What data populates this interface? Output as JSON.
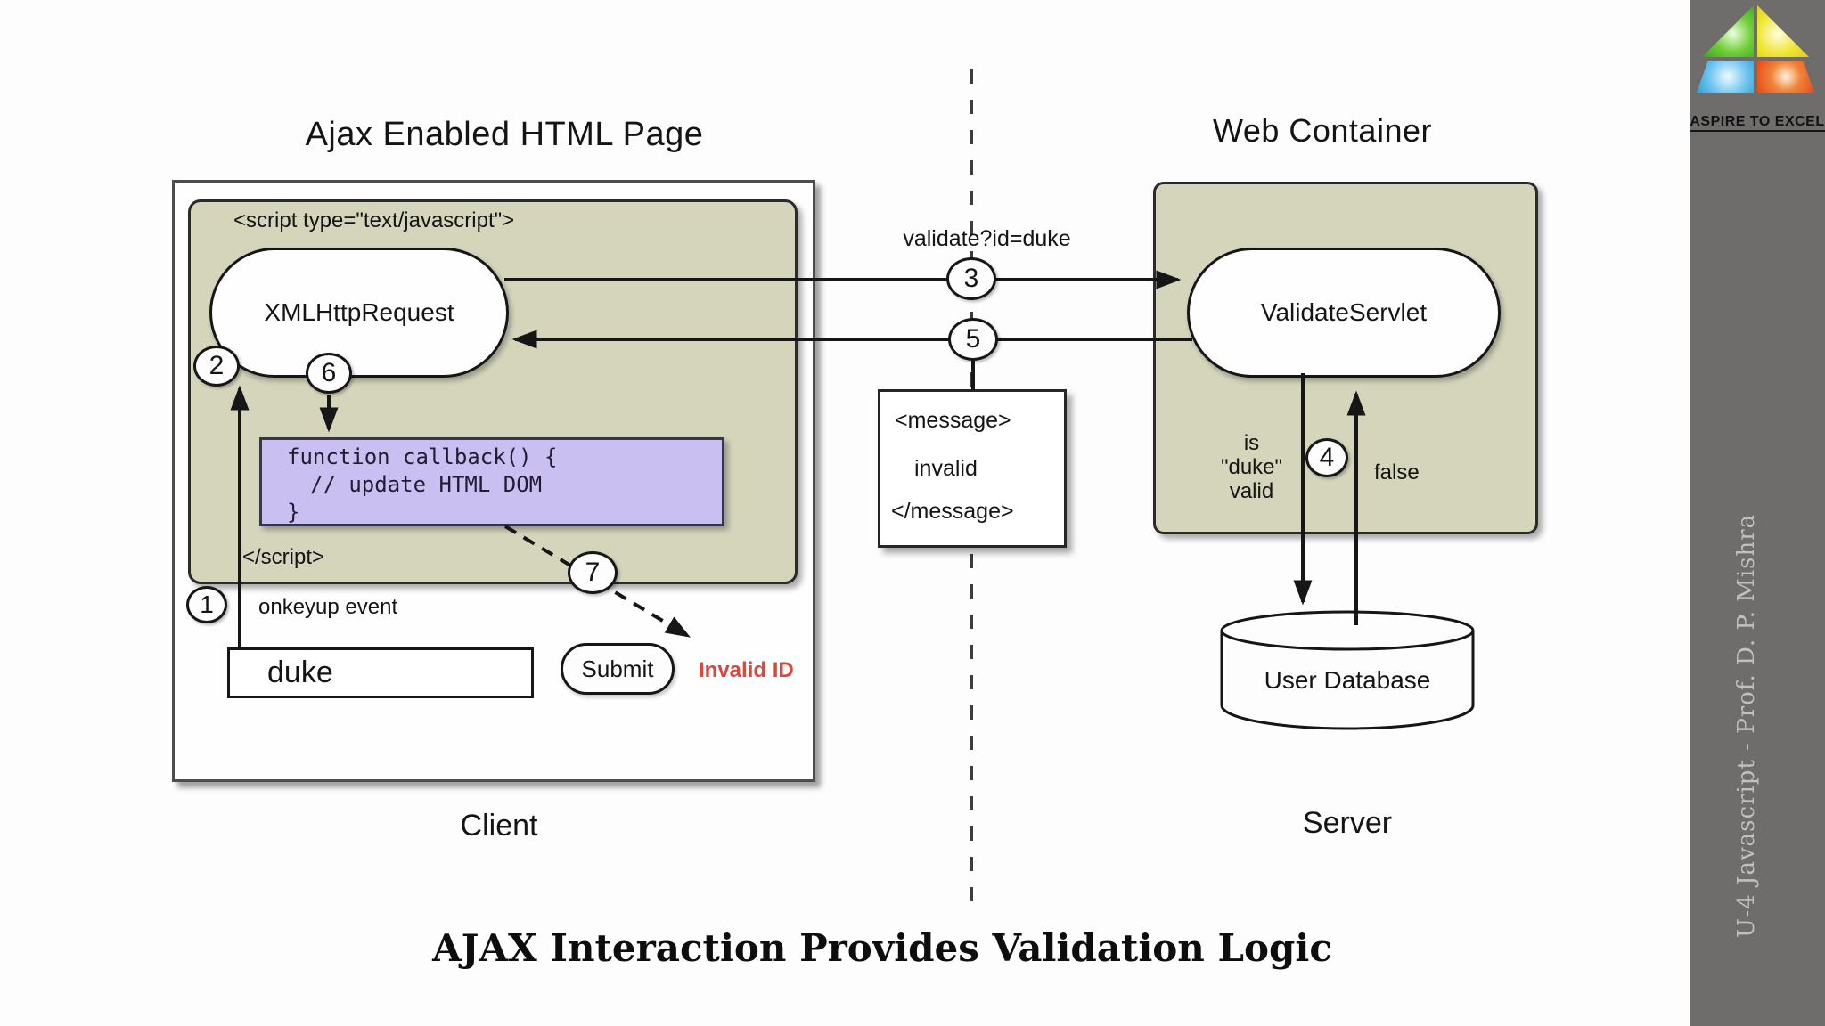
{
  "titles": {
    "client_page": "Ajax Enabled HTML Page",
    "web_container": "Web Container"
  },
  "client": {
    "script_open": "<script type=\"text/javascript\">",
    "xhr": "XMLHttpRequest",
    "callback": {
      "line1": "function callback() {",
      "line2": "// update HTML DOM",
      "line3": "}"
    },
    "script_close": "</script>",
    "onkeyup": "onkeyup event",
    "input_value": "duke",
    "submit": "Submit",
    "invalid": "Invalid ID",
    "caption": "Client"
  },
  "middle": {
    "request": "validate?id=duke",
    "message_open": "<message>",
    "message_value": "invalid",
    "message_close": "</message>"
  },
  "server": {
    "servlet": "ValidateServlet",
    "check_line1": "is",
    "check_line2": "\"duke\"",
    "check_line3": "valid",
    "false_label": "false",
    "database": "User Database",
    "caption": "Server"
  },
  "steps": [
    "1",
    "2",
    "3",
    "4",
    "5",
    "6",
    "7"
  ],
  "footer": {
    "caption": "AJAX Interaction Provides Validation Logic"
  },
  "sidebar": {
    "logo_text": "ASPIRE TO EXCEL",
    "credit": "U-4 Javascript - Prof. D. P. Mishra"
  },
  "colors": {
    "panel_olive": "#d4d5bb",
    "code_purple": "#c9c0f1",
    "error_red": "#d9483f",
    "sidebar_gray": "#6f6c6c"
  }
}
